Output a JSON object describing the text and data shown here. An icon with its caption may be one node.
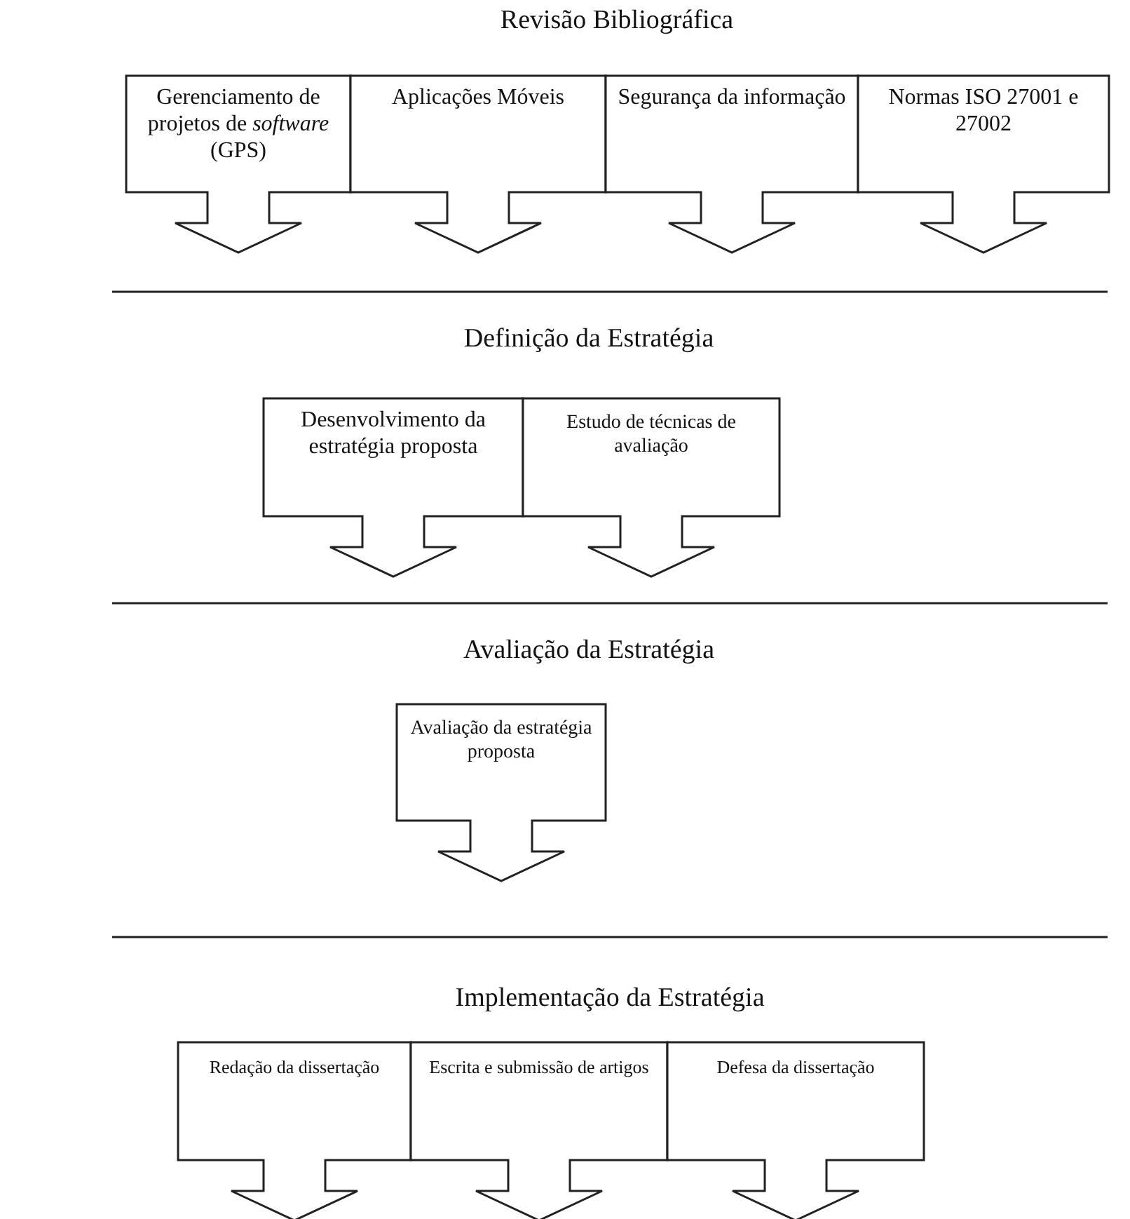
{
  "diagram": {
    "nodes": [
      {
        "text": [
          "Gerenciamento de projetos de *software* (GPS)"
        ]
      },
      {
        "text": [
          "Aplicações Móveis"
        ]
      },
      {
        "text": [
          "Segurança da informação"
        ]
      },
      {
        "text": [
          "Normas ISO 27001 e 27002"
        ]
      },
      {
        "text": [
          "Desenvolvimento da estratégia proposta"
        ]
      },
      {
        "text": [
          "Estudo de técnicas de avaliação"
        ]
      },
      {
        "text": [
          "Avaliação da estratégia proposta"
        ]
      },
      {
        "text": [
          "Redação da dissertação"
        ]
      },
      {
        "text": [
          "Escrita e submissão de artigos"
        ]
      },
      {
        "text": [
          "Defesa da dissertação"
        ]
      }
    ],
    "labels": [
      "Revisão Bibliográfica",
      "Definição da Estratégia",
      "Avaliação da Estratégia",
      "Implementação da Estratégia"
    ]
  }
}
